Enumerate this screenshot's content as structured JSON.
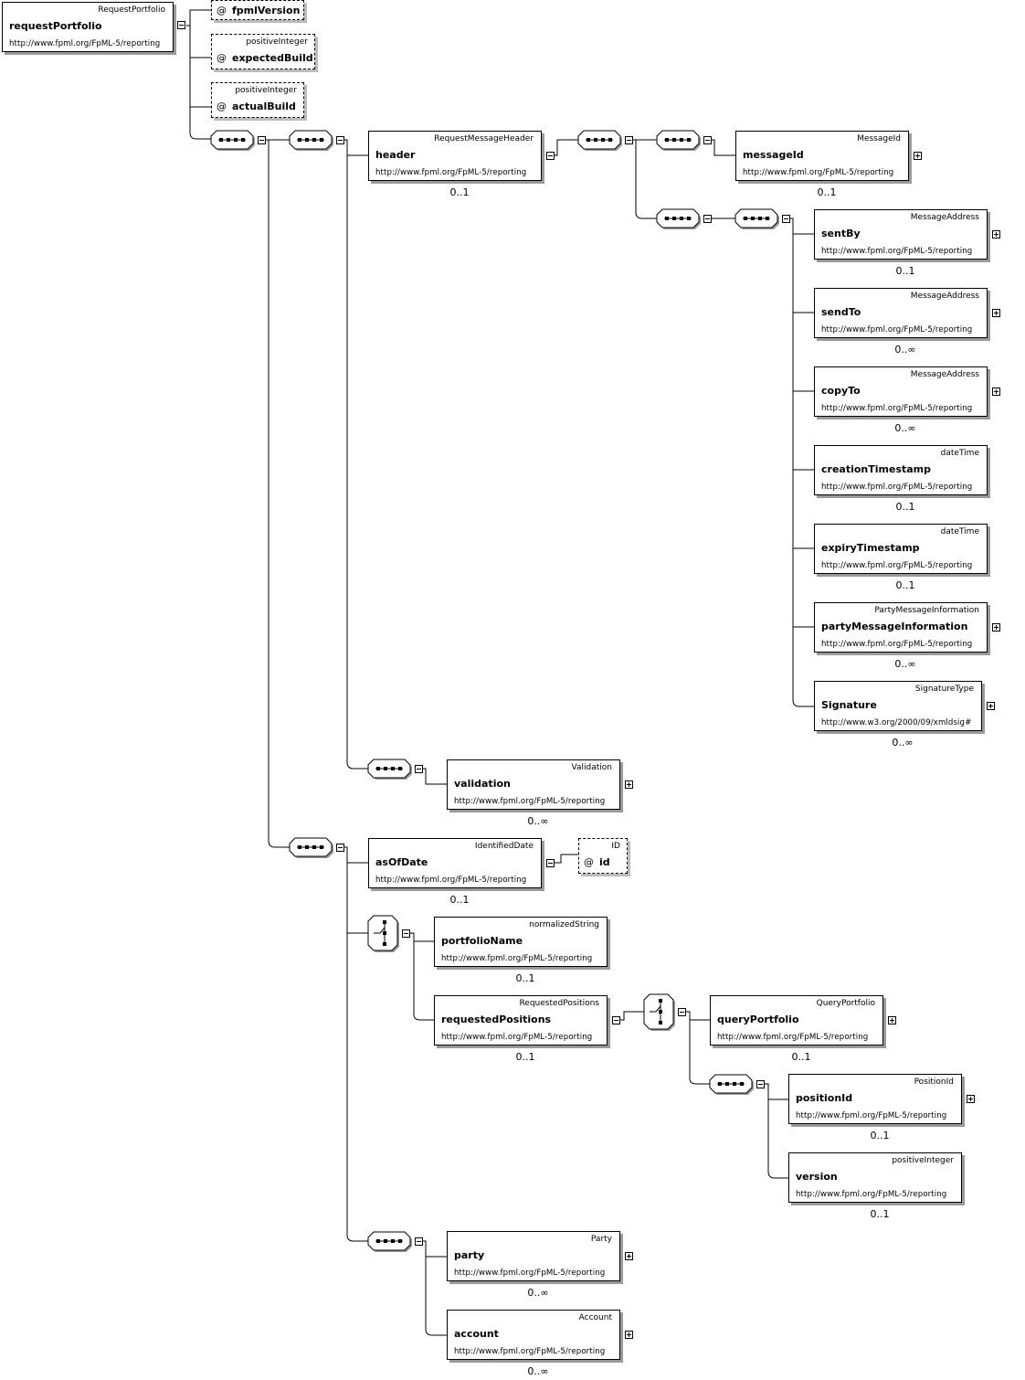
{
  "elements": {
    "requestPortfolio": {
      "type": "RequestPortfolio",
      "name": "requestPortfolio",
      "ns": "http://www.fpml.org/FpML-5/reporting"
    },
    "header": {
      "type": "RequestMessageHeader",
      "name": "header",
      "ns": "http://www.fpml.org/FpML-5/reporting",
      "card": "0..1"
    },
    "messageId": {
      "type": "MessageId",
      "name": "messageId",
      "ns": "http://www.fpml.org/FpML-5/reporting",
      "card": "0..1"
    },
    "sentBy": {
      "type": "MessageAddress",
      "name": "sentBy",
      "ns": "http://www.fpml.org/FpML-5/reporting",
      "card": "0..1"
    },
    "sendTo": {
      "type": "MessageAddress",
      "name": "sendTo",
      "ns": "http://www.fpml.org/FpML-5/reporting",
      "card": "0..∞"
    },
    "copyTo": {
      "type": "MessageAddress",
      "name": "copyTo",
      "ns": "http://www.fpml.org/FpML-5/reporting",
      "card": "0..∞"
    },
    "creationTimestamp": {
      "type": "dateTime",
      "name": "creationTimestamp",
      "ns": "http://www.fpml.org/FpML-5/reporting",
      "card": "0..1"
    },
    "expiryTimestamp": {
      "type": "dateTime",
      "name": "expiryTimestamp",
      "ns": "http://www.fpml.org/FpML-5/reporting",
      "card": "0..1"
    },
    "partyMessageInformation": {
      "type": "PartyMessageInformation",
      "name": "partyMessageInformation",
      "ns": "http://www.fpml.org/FpML-5/reporting",
      "card": "0..∞"
    },
    "signature": {
      "type": "SignatureType",
      "name": "Signature",
      "ns": "http://www.w3.org/2000/09/xmldsig#",
      "card": "0..∞"
    },
    "validation": {
      "type": "Validation",
      "name": "validation",
      "ns": "http://www.fpml.org/FpML-5/reporting",
      "card": "0..∞"
    },
    "asOfDate": {
      "type": "IdentifiedDate",
      "name": "asOfDate",
      "ns": "http://www.fpml.org/FpML-5/reporting",
      "card": "0..1"
    },
    "portfolioName": {
      "type": "normalizedString",
      "name": "portfolioName",
      "ns": "http://www.fpml.org/FpML-5/reporting",
      "card": "0..1"
    },
    "requestedPositions": {
      "type": "RequestedPositions",
      "name": "requestedPositions",
      "ns": "http://www.fpml.org/FpML-5/reporting",
      "card": "0..1"
    },
    "queryPortfolio": {
      "type": "QueryPortfolio",
      "name": "queryPortfolio",
      "ns": "http://www.fpml.org/FpML-5/reporting",
      "card": "0..1"
    },
    "positionId": {
      "type": "PositionId",
      "name": "positionId",
      "ns": "http://www.fpml.org/FpML-5/reporting",
      "card": "0..1"
    },
    "version": {
      "type": "positiveInteger",
      "name": "version",
      "ns": "http://www.fpml.org/FpML-5/reporting",
      "card": "0..1"
    },
    "party": {
      "type": "Party",
      "name": "party",
      "ns": "http://www.fpml.org/FpML-5/reporting",
      "card": "0..∞"
    },
    "account": {
      "type": "Account",
      "name": "account",
      "ns": "http://www.fpml.org/FpML-5/reporting",
      "card": "0..∞"
    }
  },
  "attributes": {
    "fpmlVersion": {
      "type": "",
      "name": "fpmlVersion",
      "at": "@"
    },
    "expectedBuild": {
      "type": "positiveInteger",
      "name": "expectedBuild",
      "at": "@"
    },
    "actualBuild": {
      "type": "positiveInteger",
      "name": "actualBuild",
      "at": "@"
    },
    "id": {
      "type": "ID",
      "name": "id",
      "at": "@"
    }
  }
}
